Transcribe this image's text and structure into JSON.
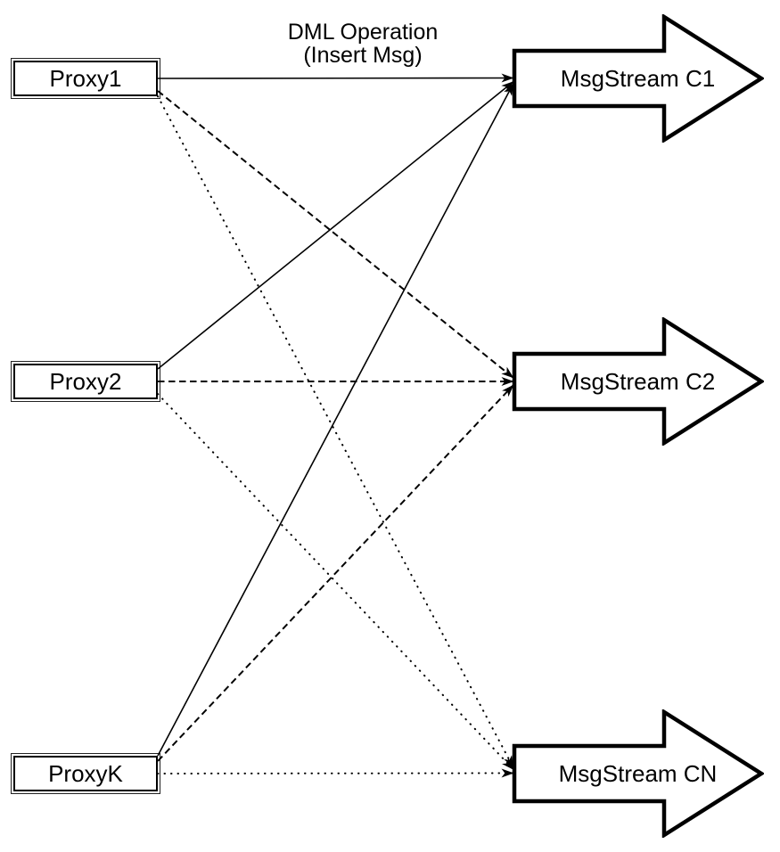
{
  "diagram": {
    "title_label": {
      "line1": "DML Operation",
      "line2": "(Insert Msg)"
    },
    "proxies": [
      {
        "id": "proxy1",
        "label": "Proxy1"
      },
      {
        "id": "proxy2",
        "label": "Proxy2"
      },
      {
        "id": "proxyk",
        "label": "ProxyK"
      }
    ],
    "streams": [
      {
        "id": "c1",
        "label": "MsgStream C1"
      },
      {
        "id": "c2",
        "label": "MsgStream C2"
      },
      {
        "id": "cn",
        "label": "MsgStream CN"
      }
    ],
    "edges": [
      {
        "from": "proxy1",
        "to": "c1",
        "style": "solid"
      },
      {
        "from": "proxy1",
        "to": "c2",
        "style": "dashed"
      },
      {
        "from": "proxy1",
        "to": "cn",
        "style": "dotted"
      },
      {
        "from": "proxy2",
        "to": "c1",
        "style": "solid"
      },
      {
        "from": "proxy2",
        "to": "c2",
        "style": "dashed"
      },
      {
        "from": "proxy2",
        "to": "cn",
        "style": "dotted"
      },
      {
        "from": "proxyk",
        "to": "c1",
        "style": "solid"
      },
      {
        "from": "proxyk",
        "to": "c2",
        "style": "dashed"
      },
      {
        "from": "proxyk",
        "to": "cn",
        "style": "dotted"
      }
    ],
    "colors": {
      "stroke": "#000000",
      "fill": "#ffffff"
    }
  }
}
